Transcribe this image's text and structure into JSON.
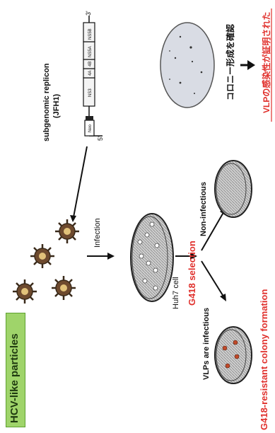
{
  "title": "HCV-like particles",
  "labels": {
    "replicon_line1": "subgenomic replicon",
    "replicon_line2": "(JFH1)",
    "infection": "Infection",
    "cells": "Huh7 cell",
    "selection": "G418 selection",
    "infectious": "VLPs are infectious",
    "noninfectious": "Non-infectious",
    "resistant": "G418-resistant colony formation",
    "colony_confirm": "コロニー形成を確認",
    "vlp_proven": "VLPの感染性が証明された",
    "five_prime": "5'",
    "three_prime": "3'"
  },
  "replicon_segments": [
    "Neo",
    "NS3",
    "4A",
    "4B",
    "NS5A",
    "NS5B"
  ],
  "colors": {
    "title_bg": "#9fd46a",
    "accent_red": "#e0302c",
    "dish_fill": "#b8b8b8",
    "cell_fill": "#ffffff",
    "colony": "#c04a2a"
  }
}
